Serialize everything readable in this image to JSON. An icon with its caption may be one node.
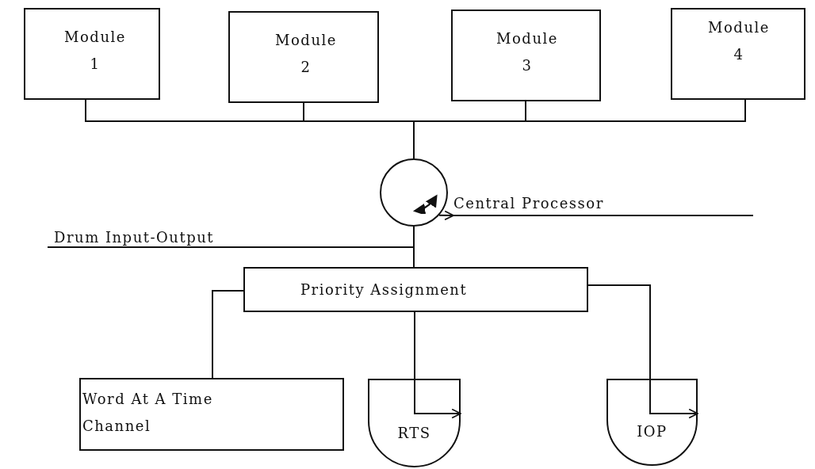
{
  "diagram": {
    "nodes": [
      {
        "text": [
          "Module 1"
        ]
      },
      {
        "text": [
          "Module 2"
        ]
      },
      {
        "text": [
          "Module 3"
        ]
      },
      {
        "text": [
          "Module 4"
        ]
      },
      {
        "text": [],
        "shape": "circle"
      },
      {
        "text": [
          "Central Processor"
        ]
      },
      {
        "text": [
          "Drum Input-Output"
        ]
      },
      {
        "text": [
          "Priority Assignment"
        ]
      },
      {
        "text": [
          "Word At A Time Channel"
        ]
      },
      {
        "text": [
          "RTS"
        ]
      },
      {
        "text": [
          "IOP"
        ]
      }
    ],
    "edges": [
      {
        "from": 0,
        "to": 4,
        "arrow": "none"
      },
      {
        "from": 1,
        "to": 4,
        "arrow": "none"
      },
      {
        "from": 2,
        "to": 4,
        "arrow": "none"
      },
      {
        "from": 3,
        "to": 4,
        "arrow": "none"
      },
      {
        "from": 4,
        "to": 5,
        "arrow": "to"
      },
      {
        "from": 6,
        "to": 7,
        "arrow": "none"
      },
      {
        "from": 4,
        "to": 7,
        "arrow": "none"
      },
      {
        "from": 7,
        "to": 8,
        "arrow": "none"
      },
      {
        "from": 7,
        "to": 9,
        "arrow": "to"
      },
      {
        "from": 7,
        "to": 10,
        "arrow": "to"
      }
    ]
  }
}
